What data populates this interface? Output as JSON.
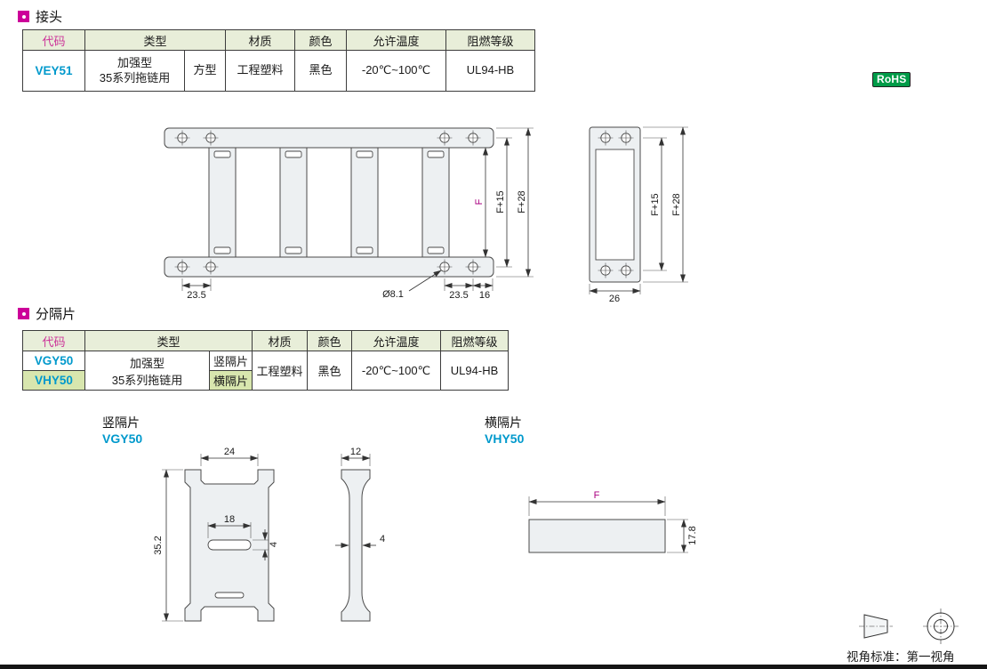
{
  "colors": {
    "accent_magenta": "#cc0099",
    "code_header_magenta": "#cc3399",
    "code_blue": "#0099cc",
    "table_header_bg": "#e8eed9",
    "highlight_bg": "#d8e6ae",
    "rohs_green": "#009b48",
    "dim_magenta": "#aa0080"
  },
  "sections": {
    "joint": {
      "title": "接头",
      "table": {
        "headers": [
          "代码",
          "类型",
          "材质",
          "颜色",
          "允许温度",
          "阻燃等级"
        ],
        "row": {
          "code": "VEY51",
          "type_line1": "加强型",
          "type_line2": "35系列拖链用",
          "shape": "方型",
          "material": "工程塑料",
          "color": "黑色",
          "temperature": "-20℃~100℃",
          "flame_rating": "UL94-HB"
        }
      },
      "rohs_badge": "RoHS"
    },
    "divider": {
      "title": "分隔片",
      "table": {
        "headers": [
          "代码",
          "类型",
          "材质",
          "颜色",
          "允许温度",
          "阻燃等级"
        ],
        "type_line1": "加强型",
        "type_line2": "35系列拖链用",
        "rows": [
          {
            "code": "VGY50",
            "subtype": "竖隔片"
          },
          {
            "code": "VHY50",
            "subtype": "横隔片"
          }
        ],
        "material": "工程塑料",
        "color": "黑色",
        "temperature": "-20℃~100℃",
        "flame_rating": "UL94-HB"
      }
    }
  },
  "drawings": {
    "chain": {
      "dims": {
        "left_pitch": "23.5",
        "hole_dia": "Ø8.1",
        "right_pitch": "23.5",
        "end_width": "16",
        "inner_height": "F",
        "mid_height": "F+15",
        "outer_height": "F+28",
        "side_width": "26",
        "side_mid_height": "F+15",
        "side_outer_height": "F+28"
      }
    },
    "vertical_divider": {
      "label": "竖隔片",
      "code": "VGY50",
      "dims": {
        "top_width": "24",
        "slot_width": "18",
        "height": "35.2",
        "slot_height": "4",
        "side_top_width": "12",
        "side_thickness": "4"
      }
    },
    "horizontal_divider": {
      "label": "横隔片",
      "code": "VHY50",
      "dims": {
        "length": "F",
        "height": "17.8"
      }
    }
  },
  "footer": {
    "view_standard": "视角标准：第一视角"
  }
}
